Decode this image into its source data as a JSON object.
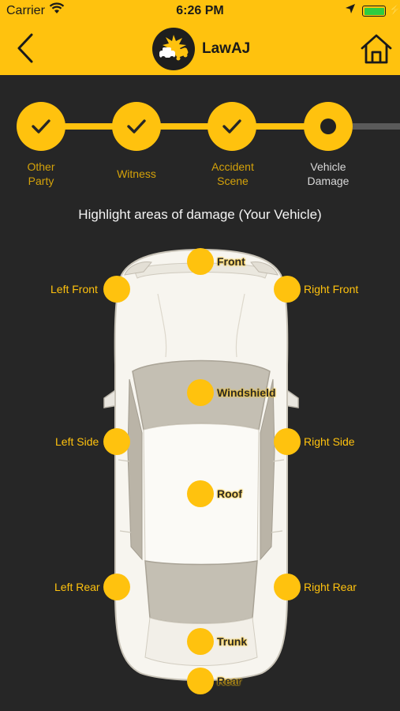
{
  "status_bar": {
    "carrier": "Carrier",
    "time": "6:26 PM",
    "icons": [
      "wifi-icon",
      "location-icon",
      "battery-icon",
      "charging-icon"
    ]
  },
  "header": {
    "title": "LawAJ",
    "background_color": "#FFC20E",
    "back_icon": "chevron-left-icon",
    "home_icon": "home-icon"
  },
  "steps": [
    {
      "label": "Other\nParty",
      "state": "done"
    },
    {
      "label": "Witness",
      "state": "done"
    },
    {
      "label": "Accident\nScene",
      "state": "done"
    },
    {
      "label": "Vehicle\nDamage",
      "state": "current"
    }
  ],
  "heading": "Highlight areas of damage (Your Vehicle)",
  "damage_areas": {
    "front": "Front",
    "left_front": "Left Front",
    "right_front": "Right Front",
    "windshield": "Windshield",
    "left_side": "Left Side",
    "right_side": "Right Side",
    "roof": "Roof",
    "left_rear": "Left Rear",
    "right_rear": "Right Rear",
    "trunk": "Trunk",
    "rear": "Rear"
  },
  "colors": {
    "accent": "#FFC20E",
    "background": "#262626"
  }
}
